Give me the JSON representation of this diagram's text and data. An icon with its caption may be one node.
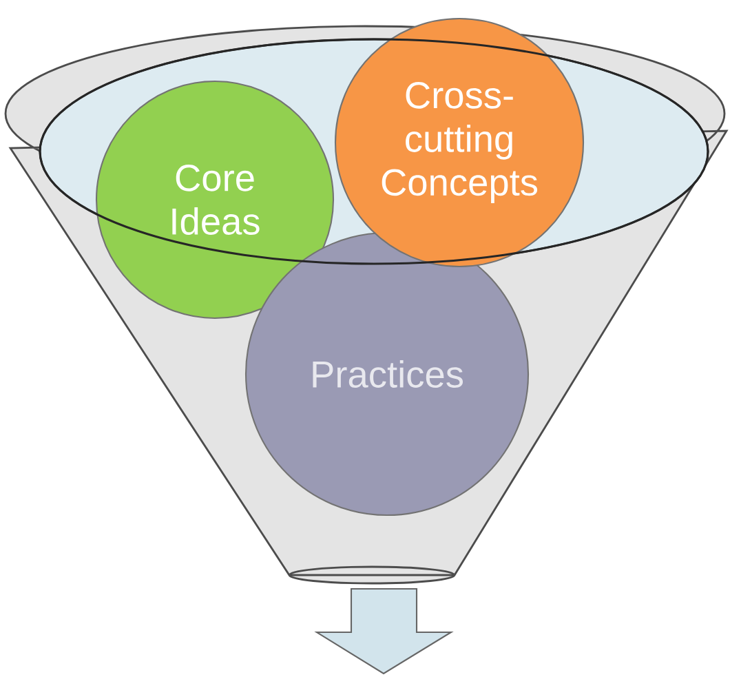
{
  "diagram": {
    "nodes": [
      {
        "text": [
          "Core Ideas"
        ]
      },
      {
        "text": [
          "Cross-cutting Concepts"
        ]
      },
      {
        "text": [
          "Practices"
        ]
      }
    ]
  }
}
